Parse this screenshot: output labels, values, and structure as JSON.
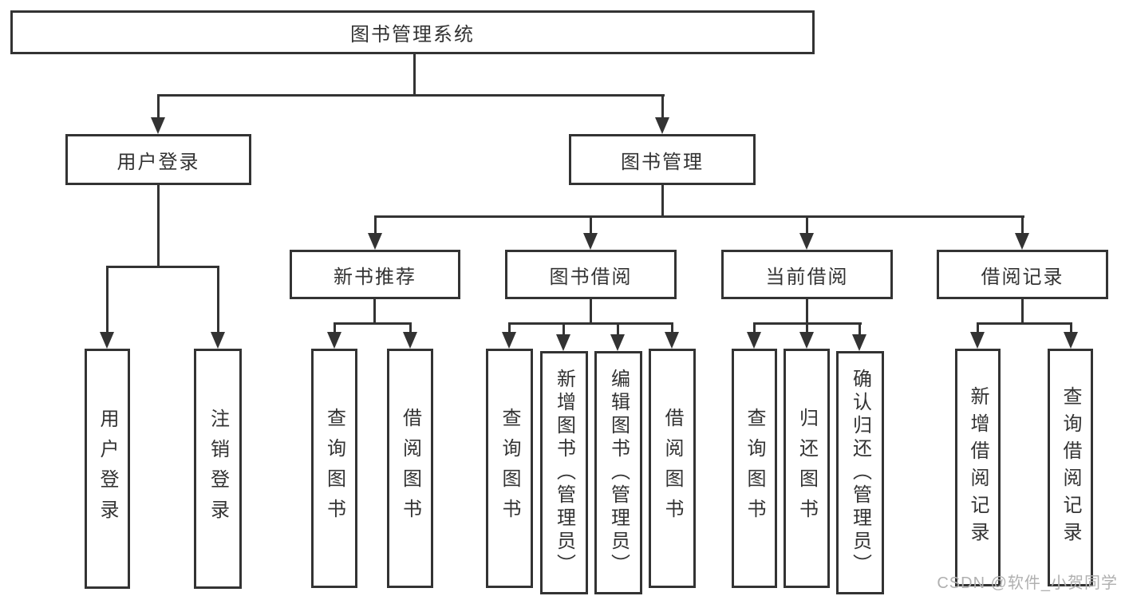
{
  "diagram": {
    "title": "图书管理系统",
    "root": {
      "label": "图书管理系统"
    },
    "user_login": {
      "label": "用户登录",
      "children": [
        {
          "label": "用户登录"
        },
        {
          "label": "注销登录"
        }
      ]
    },
    "book_mgmt": {
      "label": "图书管理",
      "sections": [
        {
          "label": "新书推荐",
          "children": [
            {
              "label": "查询图书"
            },
            {
              "label": "借阅图书"
            }
          ]
        },
        {
          "label": "图书借阅",
          "children": [
            {
              "label": "查询图书"
            },
            {
              "label": "新增图书（管理员）"
            },
            {
              "label": "编辑图书（管理员）"
            },
            {
              "label": "借阅图书"
            }
          ]
        },
        {
          "label": "当前借阅",
          "children": [
            {
              "label": "查询图书"
            },
            {
              "label": "归还图书"
            },
            {
              "label": "确认归还（管理员）"
            }
          ]
        },
        {
          "label": "借阅记录",
          "children": [
            {
              "label": "新增借阅记录"
            },
            {
              "label": "查询借阅记录"
            }
          ]
        }
      ]
    }
  },
  "watermark": {
    "text": "CSDN @软件_小贺同学"
  },
  "colors": {
    "line": "#333333",
    "text": "#333333",
    "watermark": "#b0b0b0",
    "background": "#ffffff"
  }
}
